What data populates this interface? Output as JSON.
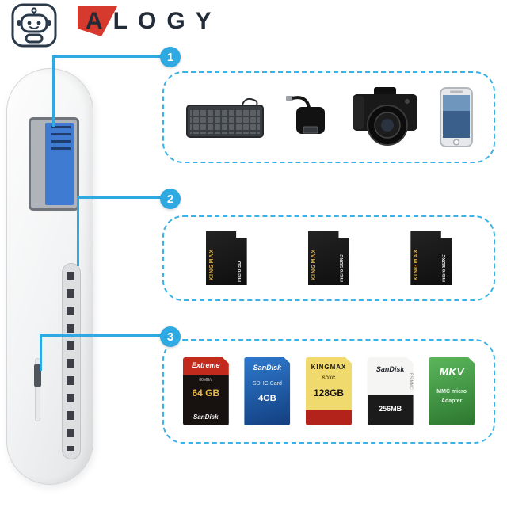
{
  "colors": {
    "accent": "#2fa9e1",
    "brand_red": "#d63a2e",
    "usb_blue": "#3f7bd0"
  },
  "header": {
    "brand": "ALOGY"
  },
  "callouts": [
    {
      "number": "1"
    },
    {
      "number": "2"
    },
    {
      "number": "3"
    }
  ],
  "box1": {
    "items": [
      "keyboard",
      "usb-network-adapter",
      "dslr-camera",
      "smartphone"
    ]
  },
  "box2": {
    "cards": [
      {
        "brand": "KINGMAX",
        "type": "micro SD"
      },
      {
        "brand": "KINGMAX",
        "type": "micro SDXC"
      },
      {
        "brand": "KINGMAX",
        "type": "micro SDXC"
      }
    ]
  },
  "box3": {
    "cards": [
      {
        "top": "Extreme",
        "speed": "80MB/s",
        "cap": "64 GB",
        "brand": "SanDisk"
      },
      {
        "brand": "SanDisk",
        "name": "SDHC Card",
        "cap": "4GB"
      },
      {
        "brand": "KINGMAX",
        "sub": "SDXC",
        "cap": "128GB"
      },
      {
        "brand": "SanDisk",
        "cap": "256MB",
        "type": "RS-MMC"
      },
      {
        "brand": "MKV",
        "line1": "MMC micro",
        "line2": "Adapter"
      }
    ]
  }
}
